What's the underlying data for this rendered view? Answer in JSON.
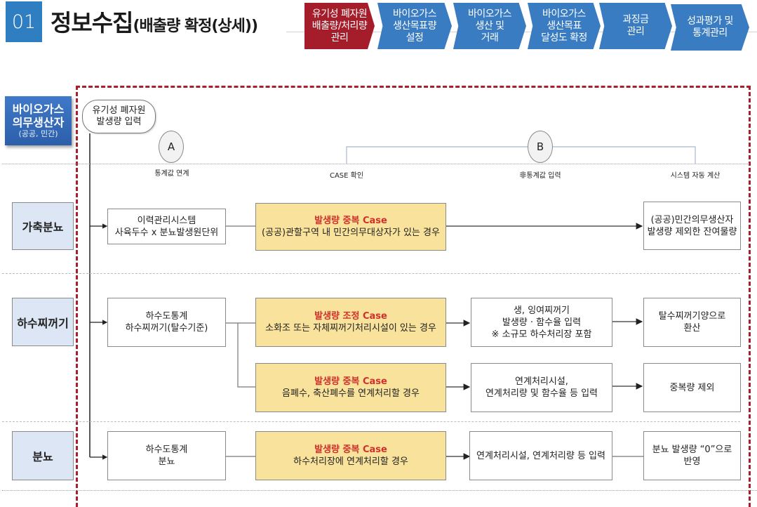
{
  "header": {
    "section_number": "01",
    "title": "정보수집",
    "subtitle": "(배출량 확정(상세))"
  },
  "process_steps": [
    {
      "label": "유기성 폐자원\n배출량/처리량\n관리",
      "active": true
    },
    {
      "label": "바이오가스\n생산목표량\n설정",
      "active": false
    },
    {
      "label": "바이오가스\n생산 및\n거래",
      "active": false
    },
    {
      "label": "바이오가스\n생산목표\n달성도 확정",
      "active": false
    },
    {
      "label": "과징금\n관리",
      "active": false
    },
    {
      "label": "성과평가 및\n통계관리",
      "active": false
    }
  ],
  "actor": {
    "name": "바이오가스",
    "name2": "의무생산자",
    "note": "(공공, 민간)"
  },
  "start": {
    "label": "유기성 폐자원\n발생량 입력"
  },
  "markers": {
    "a": "A",
    "b": "B"
  },
  "phases": [
    "통계값 연계",
    "CASE 확인",
    "非통계값 입력",
    "시스템 자동 계산"
  ],
  "rows": [
    {
      "category": "가축분뇨",
      "source": "이력관리시스템\n사육두수 x 분뇨발생원단위",
      "cases": [
        {
          "title": "발생량 중복 Case",
          "desc": "(공공)관할구역 내 민간의무대상자가 있는 경우",
          "input": "",
          "result": "(공공)민간의무생산자\n발생량 제외한 잔여물량"
        }
      ]
    },
    {
      "category": "하수찌꺼기",
      "source": "하수도통계\n하수찌꺼기(탈수기준)",
      "cases": [
        {
          "title": "발생량 조정 Case",
          "desc": "소화조 또는 자체찌꺼기처리시설이 있는 경우",
          "input": "생, 잉여찌꺼기\n발생량 · 함수율 입력\n※ 소규모 하수처리장 포함",
          "result": "탈수찌꺼기양으로\n환산"
        },
        {
          "title": "발생량 중복 Case",
          "desc": "음폐수, 축산폐수를 연계처리할 경우",
          "input": "연계처리시설,\n연계처리량 및 함수율 등 입력",
          "result": "중복량 제외"
        }
      ]
    },
    {
      "category": "분뇨",
      "source": "하수도통계\n분뇨",
      "cases": [
        {
          "title": "발생량 중복 Case",
          "desc": "하수처리장에 연계처리할 경우",
          "input": "연계처리시설, 연계처리량 등 입력",
          "result": "분뇨 발생량 “0”으로\n반영"
        }
      ]
    }
  ],
  "colors": {
    "active_step": "#a51d2b",
    "step": "#3a7cc2",
    "case_fill": "#f9e29b",
    "case_title": "#d0302a",
    "frame": "#a8202d",
    "category_fill": "#dce6f4"
  }
}
